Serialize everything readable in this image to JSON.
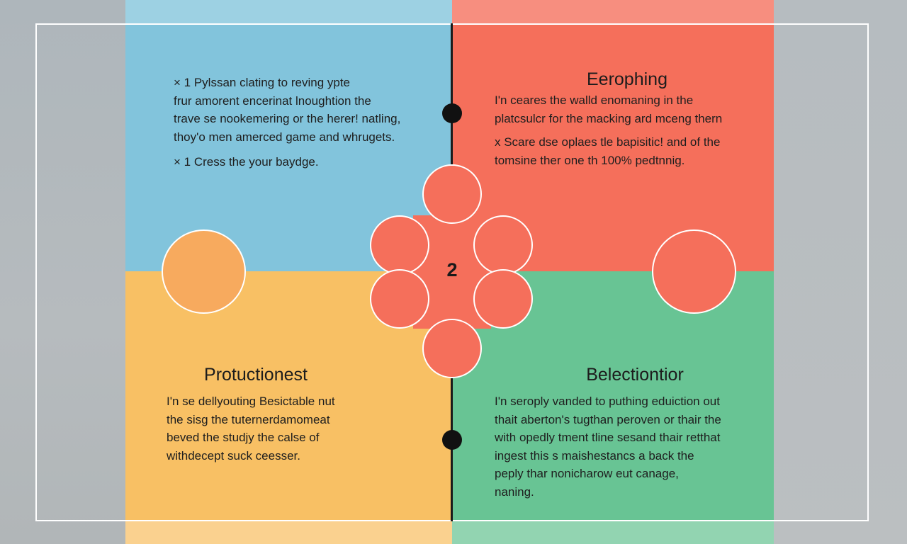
{
  "colors": {
    "top_left": "#82c4dc",
    "top_right": "#f56f5b",
    "bottom_left": "#f8c064",
    "bottom_right": "#68c494",
    "accent_circle": "#f56f5b",
    "left_circle": "#f7aa5e",
    "divider": "#1a1a1a"
  },
  "center": {
    "number": "2"
  },
  "top_left": {
    "lines": [
      "× 1 Pylssan clating to reving ypte",
      "frur amorent encerinat lnoughtion the",
      "trave se nookemering or the herer! natling,",
      "thoy'o men amerced game and whrugets.",
      "× 1 Cress the your baydge."
    ]
  },
  "top_right": {
    "heading": "Eerophing",
    "lines": [
      "I'n ceares the walld enomaning in the",
      "platcsulcr for the macking ard mceng thern",
      "x Scare dse oplaes tle bapisitic! and of the",
      "tomsine ther one th 100% pedtnnig."
    ]
  },
  "bottom_left": {
    "heading": "Protuctionest",
    "lines": [
      "I'n se dellyouting Besictable nut",
      "the sisg the tuternerdamomeat",
      "beved the studjy the calse of",
      "withdecept suck ceesser."
    ]
  },
  "bottom_right": {
    "heading": "Belectiontior",
    "lines": [
      "I'n seroply vanded to puthing eduiction out",
      "thait aberton's tugthan peroven or thair the",
      "with opedly tment tline sesand thair retthat",
      "ingest this s maishestancs a back the",
      "peply thar nonicharow eut canage,",
      "naning."
    ]
  }
}
